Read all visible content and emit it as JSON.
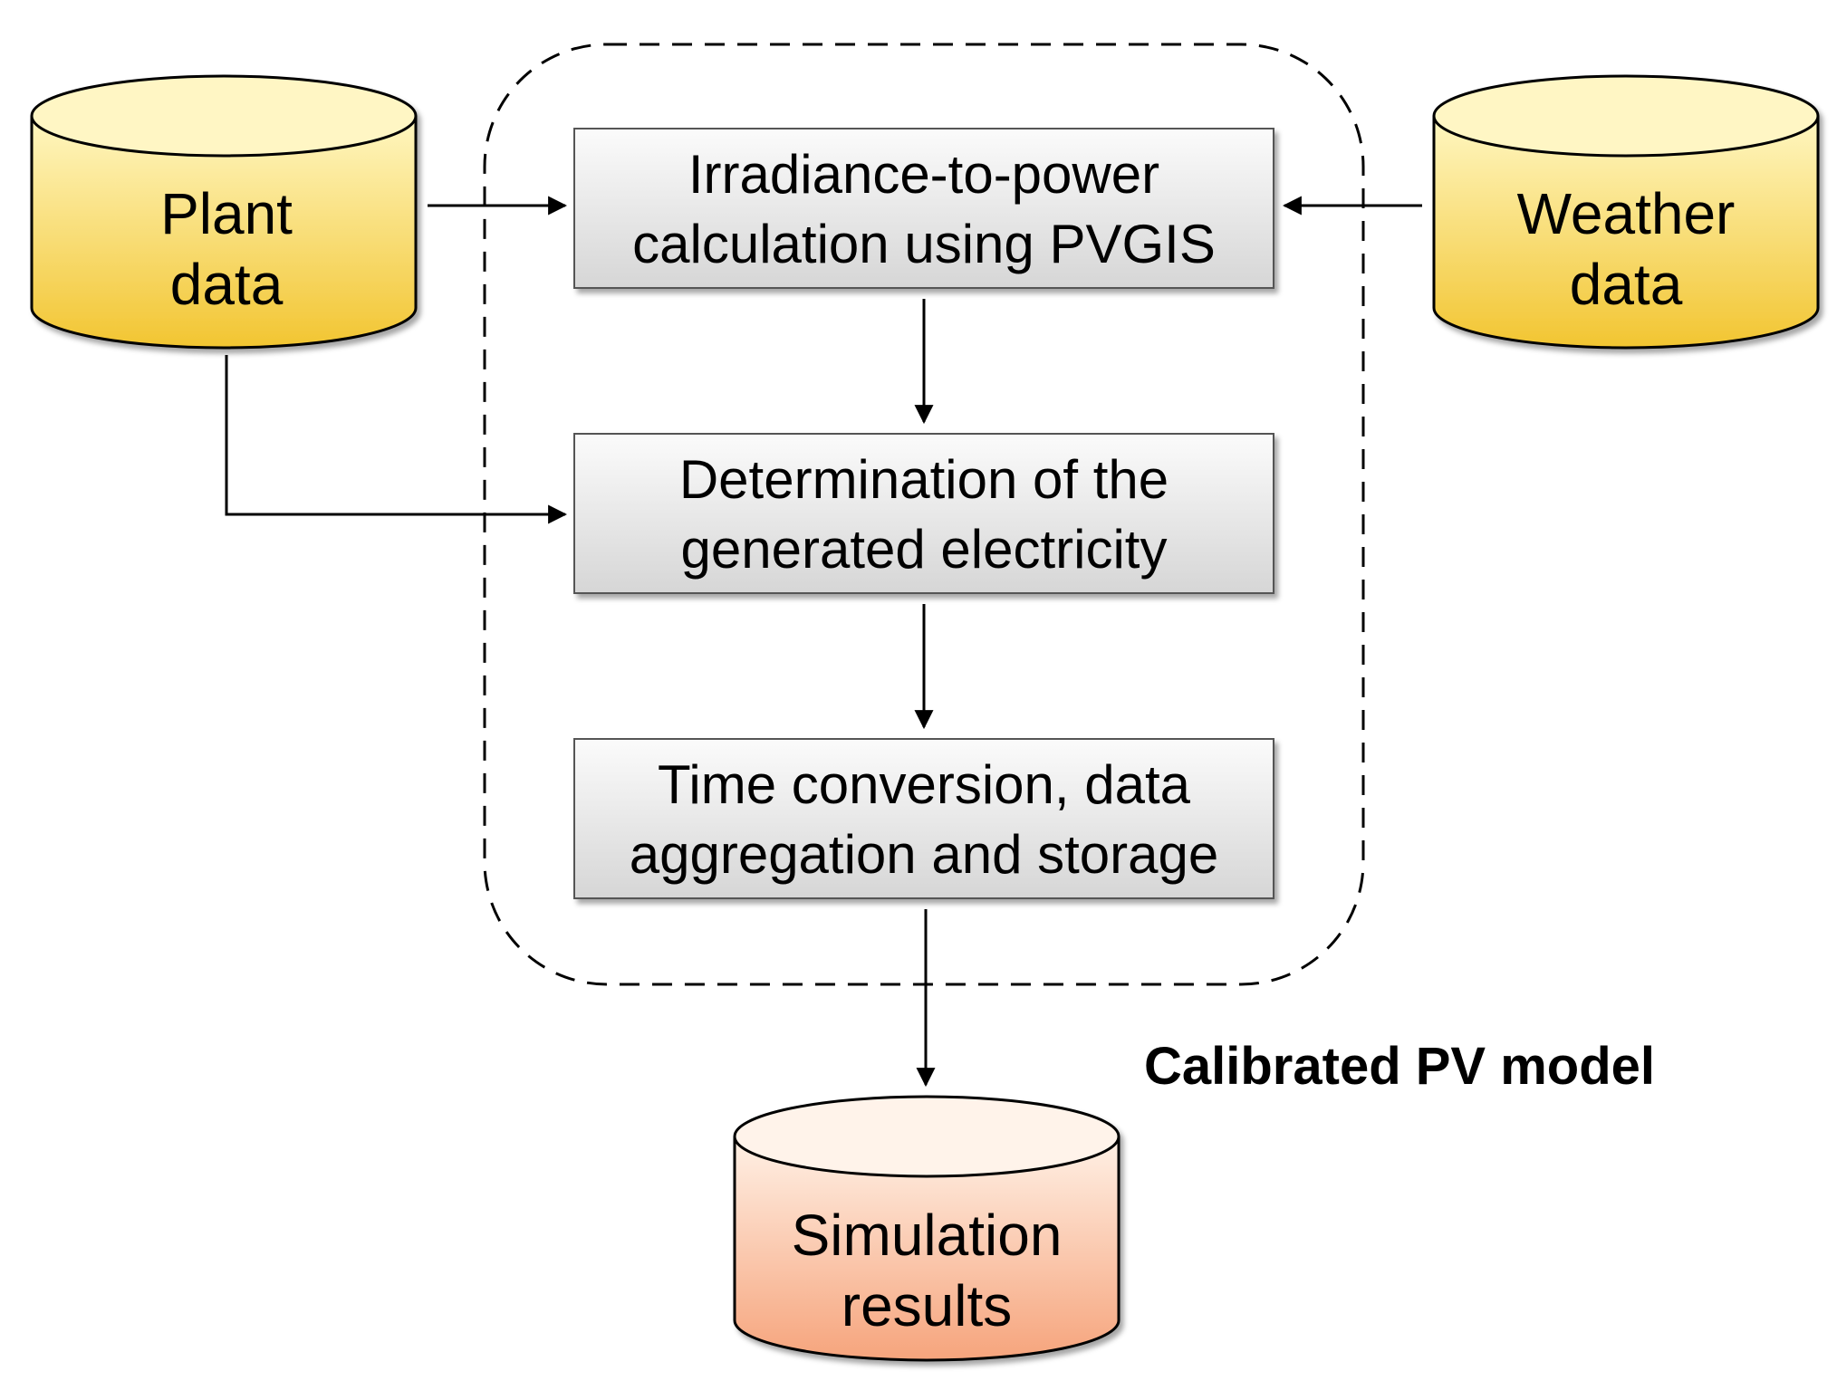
{
  "diagram": {
    "databases": {
      "plant": {
        "line1": "Plant",
        "line2": "data"
      },
      "weather": {
        "line1": "Weather",
        "line2": "data"
      },
      "results": {
        "line1": "Simulation",
        "line2": "results"
      }
    },
    "steps": [
      {
        "line1": "Irradiance-to-power",
        "line2": "calculation using PVGIS"
      },
      {
        "line1": "Determination of the",
        "line2": "generated electricity"
      },
      {
        "line1": "Time conversion, data",
        "line2": "aggregation and storage"
      }
    ],
    "group_label": "Calibrated PV model",
    "colors": {
      "input_db_top": "#fff7c2",
      "input_db_bottom": "#f2c531",
      "output_db_top": "#fff1e6",
      "output_db_bottom": "#f6a47c",
      "process_fill_top": "#fbfbfb",
      "process_fill_bottom": "#d6d6d6",
      "stroke": "#000000"
    }
  }
}
